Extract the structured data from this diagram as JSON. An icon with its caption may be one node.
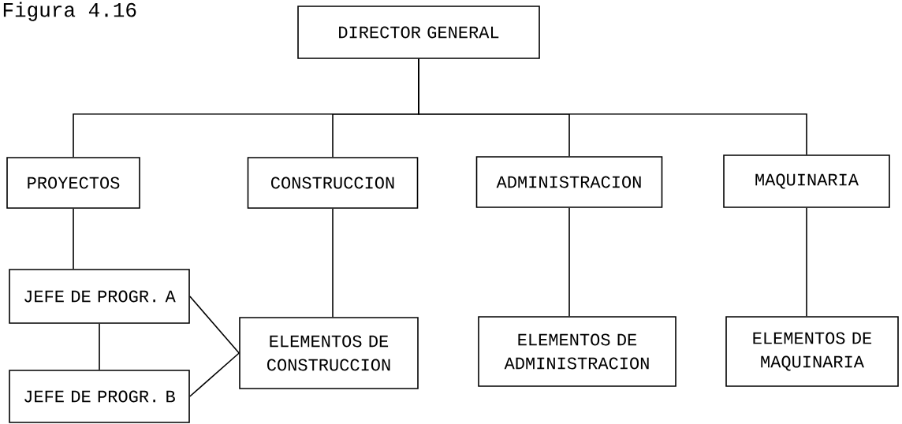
{
  "diagram": {
    "nodes": [
      {
        "text": [
          "DIRECTOR GENERAL"
        ]
      },
      {
        "text": [
          "PROYECTOS"
        ]
      },
      {
        "text": [
          "CONSTRUCCION"
        ]
      },
      {
        "text": [
          "ADMINISTRACION"
        ]
      },
      {
        "text": [
          "MAQUINARIA"
        ]
      },
      {
        "text": [
          "JEFE DE PROGR. A"
        ]
      },
      {
        "text": [
          "JEFE DE PROGR. B"
        ]
      },
      {
        "text": [
          "ELEMENTOS DE CONSTRUCCION"
        ]
      },
      {
        "text": [
          "ELEMENTOS DE ADMINISTRACION"
        ]
      },
      {
        "text": [
          "ELEMENTOS DE MAQUINARIA"
        ]
      }
    ],
    "edges": [
      {
        "from": 0,
        "to": 1,
        "arrow": "none"
      },
      {
        "from": 0,
        "to": 2,
        "arrow": "none"
      },
      {
        "from": 0,
        "to": 3,
        "arrow": "none"
      },
      {
        "from": 0,
        "to": 4,
        "arrow": "none"
      },
      {
        "from": 1,
        "to": 5,
        "arrow": "none"
      },
      {
        "from": 5,
        "to": 6,
        "arrow": "none"
      },
      {
        "from": 5,
        "to": 7,
        "arrow": "none"
      },
      {
        "from": 6,
        "to": 7,
        "arrow": "none"
      },
      {
        "from": 2,
        "to": 7,
        "arrow": "none"
      },
      {
        "from": 3,
        "to": 8,
        "arrow": "none"
      },
      {
        "from": 4,
        "to": 9,
        "arrow": "none"
      }
    ],
    "labels": [
      "Figura 4.16"
    ]
  }
}
